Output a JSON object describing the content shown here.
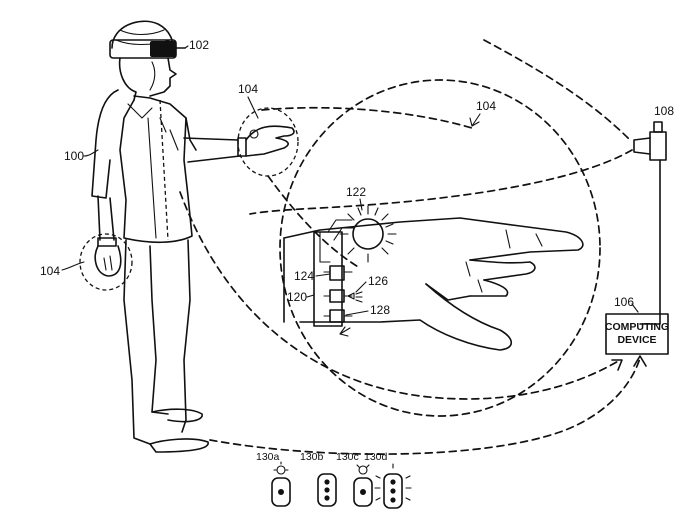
{
  "labels": {
    "user": "100",
    "hmd": "102",
    "hand_left": "104",
    "hand_right": "104",
    "zoom": "104",
    "computing_device_ref": "106",
    "camera": "108",
    "glove": "120",
    "light": "122",
    "module_a": "124",
    "module_b": "126",
    "module_c": "128",
    "variant_a": "130a",
    "variant_b": "130b",
    "variant_c": "130c",
    "variant_d": "130d"
  },
  "computing_device": {
    "line1": "COMPUTING",
    "line2": "DEVICE"
  }
}
